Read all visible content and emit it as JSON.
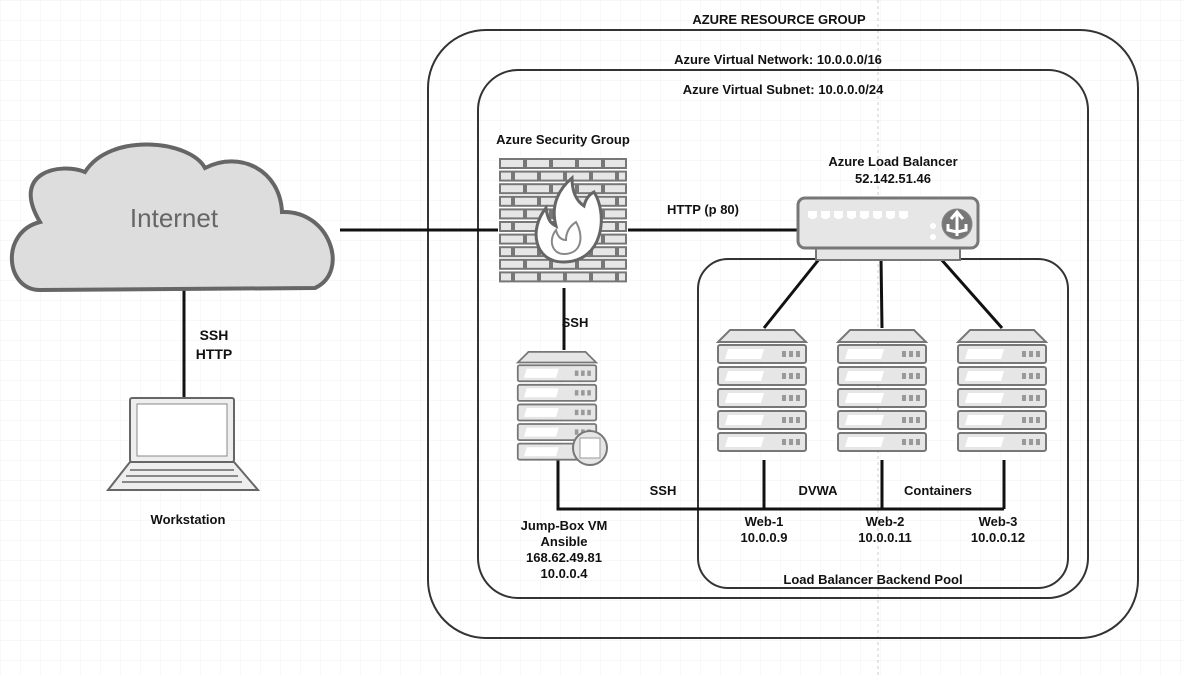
{
  "resource_group": {
    "title": "AZURE RESOURCE GROUP"
  },
  "vnet": {
    "title": "Azure Virtual Network: 10.0.0.0/16"
  },
  "subnet": {
    "title": "Azure Virtual Subnet: 10.0.0.0/24"
  },
  "internet": {
    "label": "Internet"
  },
  "internet_link": {
    "protocol_1": "SSH",
    "protocol_2": "HTTP"
  },
  "workstation": {
    "label": "Workstation"
  },
  "security_group": {
    "label": "Azure Security Group"
  },
  "http_link": {
    "label": "HTTP (p 80)"
  },
  "load_balancer": {
    "name": "Azure Load Balancer",
    "ip": "52.142.51.46"
  },
  "firewall_link": {
    "label": "SSH"
  },
  "jumpbox": {
    "name": "Jump-Box VM",
    "role": "Ansible",
    "public_ip": "168.62.49.81",
    "private_ip": "10.0.0.4"
  },
  "internal_links": {
    "ssh": "SSH",
    "dvwa": "DVWA",
    "containers": "Containers"
  },
  "web_servers": [
    {
      "name": "Web-1",
      "ip": "10.0.0.9"
    },
    {
      "name": "Web-2",
      "ip": "10.0.0.11"
    },
    {
      "name": "Web-3",
      "ip": "10.0.0.12"
    }
  ],
  "backend_pool": {
    "label": "Load Balancer Backend Pool"
  },
  "colors": {
    "stroke": "#333333",
    "device_fill": "#e6e6e6",
    "device_stroke": "#777777",
    "cloud_fill": "#dddddd"
  }
}
